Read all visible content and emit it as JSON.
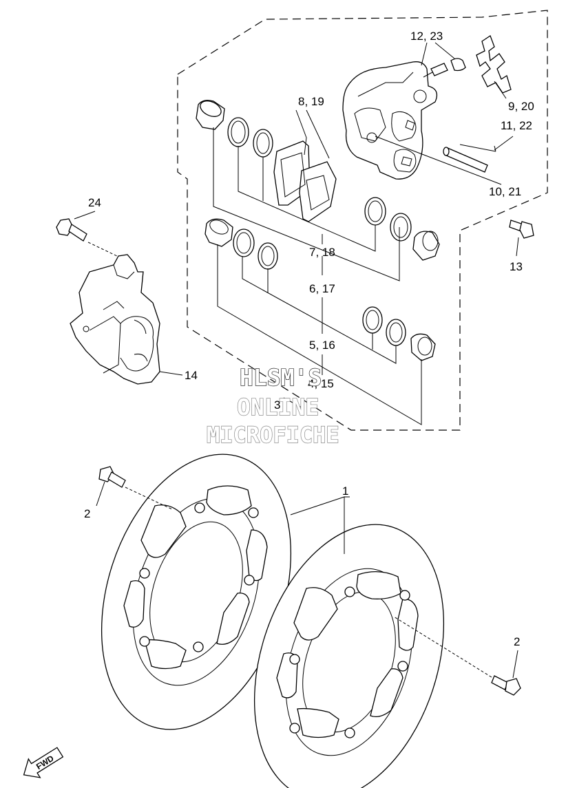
{
  "diagram": {
    "callouts": {
      "c1": "1",
      "c2a": "2",
      "c2b": "2",
      "c3": "3",
      "c4_15": "4, 15",
      "c5_16": "5, 16",
      "c6_17": "6, 17",
      "c7_18": "7, 18",
      "c8_19": "8, 19",
      "c9_20": "9, 20",
      "c10_21": "10, 21",
      "c11_22": "11, 22",
      "c12_23": "12, 23",
      "c13": "13",
      "c14": "14",
      "c24": "24"
    },
    "watermark": {
      "line1": "HLSM'S",
      "line2": "ONLINE",
      "line3": "MICROFICHE"
    },
    "direction_badge": "FWD",
    "colors": {
      "line": "#000000",
      "background": "#ffffff",
      "watermark_fill": "#ffffff"
    }
  }
}
